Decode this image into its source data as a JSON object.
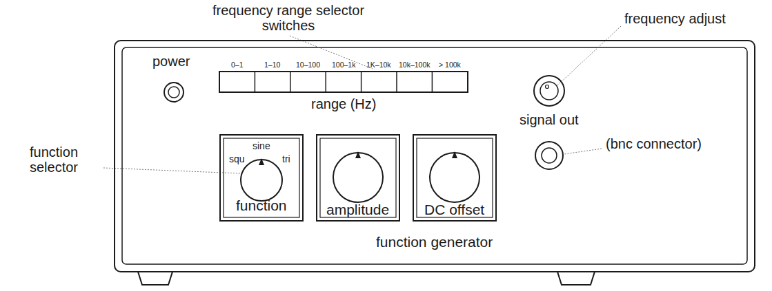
{
  "diagram": {
    "nodes": [
      {
        "text": [
          "function generator"
        ]
      },
      {
        "text": [
          "function"
        ],
        "in": 0
      },
      {
        "text": [
          "amplitude"
        ],
        "in": 0
      },
      {
        "text": [
          "DC offset"
        ],
        "in": 0
      }
    ],
    "labels": [
      "frequency range selector switches",
      "frequency adjust",
      "power",
      "0–1",
      "1–10",
      "10–100",
      "100–1k",
      "1K–10k",
      "10k–100k",
      "> 100k",
      "range (Hz)",
      "signal out",
      "(bnc connector)",
      "function selector",
      "sine",
      "squ",
      "tri"
    ]
  }
}
